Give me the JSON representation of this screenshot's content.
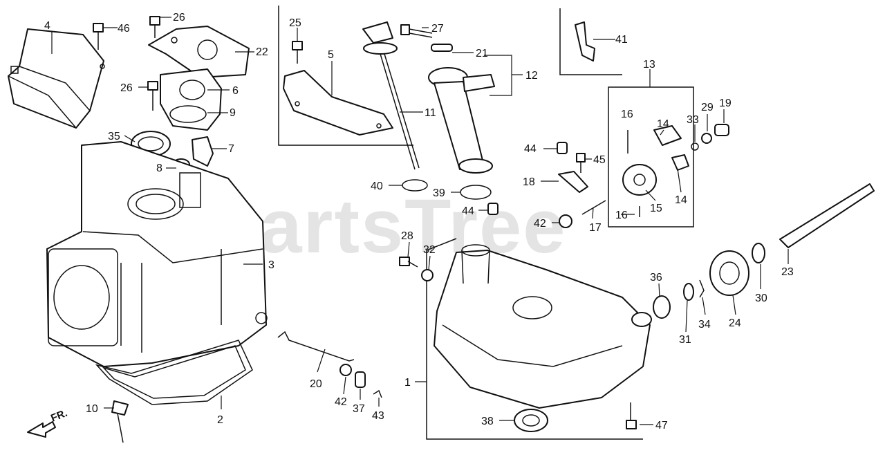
{
  "watermark": "PartsTree",
  "direction_marker": "FR.",
  "callouts": [
    "1",
    "2",
    "3",
    "4",
    "5",
    "6",
    "7",
    "8",
    "9",
    "10",
    "11",
    "12",
    "13",
    "14",
    "14",
    "15",
    "16",
    "16",
    "17",
    "18",
    "19",
    "20",
    "21",
    "22",
    "23",
    "24",
    "25",
    "26",
    "26",
    "27",
    "28",
    "29",
    "30",
    "31",
    "32",
    "33",
    "34",
    "35",
    "36",
    "37",
    "38",
    "39",
    "40",
    "41",
    "42",
    "42",
    "43",
    "44",
    "44",
    "45",
    "46",
    "47"
  ]
}
